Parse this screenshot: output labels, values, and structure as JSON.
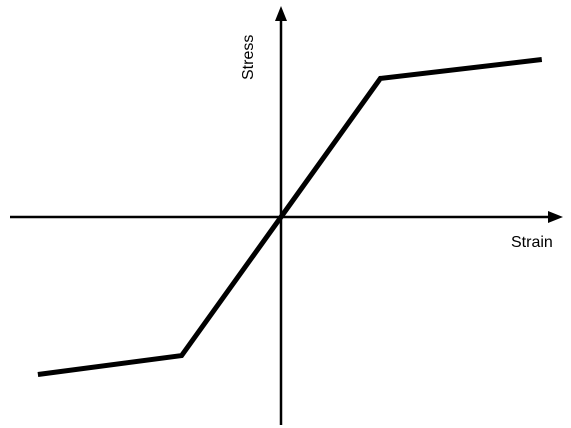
{
  "chart_data": {
    "type": "line",
    "xlabel": "Strain",
    "ylabel": "Stress",
    "xlim": [
      -1.25,
      1.3
    ],
    "ylim": [
      -1.0,
      1.0
    ],
    "grid": false,
    "legend": "none",
    "series": [
      {
        "x": [
          -1.1,
          -0.45,
          0,
          0.45,
          1.18
        ],
        "y": [
          -0.75,
          -0.66,
          0,
          0.66,
          0.75
        ]
      }
    ],
    "colors": {
      "line": "#000000",
      "axes": "#000000",
      "background": "#ffffff"
    }
  }
}
